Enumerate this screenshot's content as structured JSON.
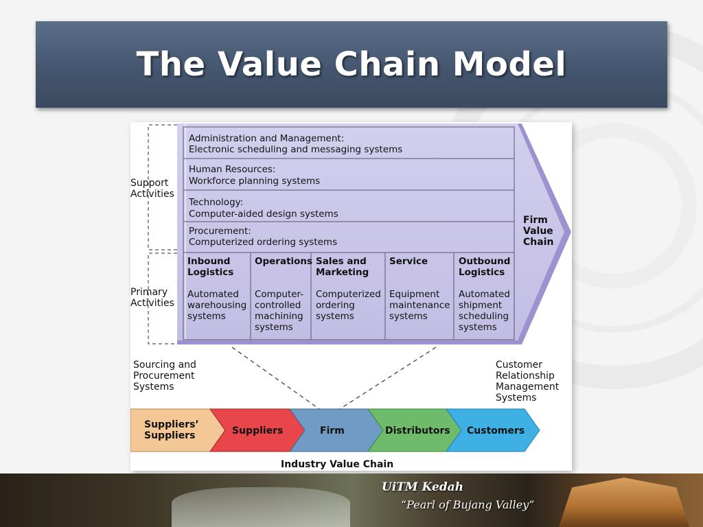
{
  "title": "The Value Chain Model",
  "firm_value_chain": {
    "label": [
      "Firm",
      "Value",
      "Chain"
    ],
    "support_label": [
      "Support",
      "Activities"
    ],
    "primary_label": [
      "Primary",
      "Activities"
    ],
    "support_activities": [
      {
        "heading": "Administration and Management:",
        "detail": "Electronic scheduling and messaging systems"
      },
      {
        "heading": "Human Resources:",
        "detail": "Workforce planning systems"
      },
      {
        "heading": "Technology:",
        "detail": "Computer-aided design systems"
      },
      {
        "heading": "Procurement:",
        "detail": "Computerized ordering systems"
      }
    ],
    "primary_activities": [
      {
        "heading": [
          "Inbound",
          "Logistics"
        ],
        "detail": [
          "Automated",
          "warehousing",
          "systems"
        ]
      },
      {
        "heading": [
          "Operations"
        ],
        "detail": [
          "Computer-",
          "controlled",
          "machining",
          "systems"
        ]
      },
      {
        "heading": [
          "Sales and",
          "Marketing"
        ],
        "detail": [
          "Computerized",
          "ordering",
          "systems"
        ]
      },
      {
        "heading": [
          "Service"
        ],
        "detail": [
          "Equipment",
          "maintenance",
          "systems"
        ]
      },
      {
        "heading": [
          "Outbound",
          "Logistics"
        ],
        "detail": [
          "Automated",
          "shipment",
          "scheduling",
          "systems"
        ]
      }
    ]
  },
  "sourcing_label": [
    "Sourcing and",
    "Procurement",
    "Systems"
  ],
  "crm_label": [
    "Customer",
    "Relationship",
    "Management",
    "Systems"
  ],
  "industry_value_chain": {
    "caption": "Industry Value Chain",
    "stages": [
      {
        "label": [
          "Suppliers’",
          "Suppliers"
        ],
        "color": "#f3c896"
      },
      {
        "label": [
          "Suppliers"
        ],
        "color": "#e8464a"
      },
      {
        "label": [
          "Firm"
        ],
        "color": "#6f9bc4"
      },
      {
        "label": [
          "Distributors"
        ],
        "color": "#6dbb6b"
      },
      {
        "label": [
          "Customers"
        ],
        "color": "#3eb0e4"
      }
    ]
  },
  "footer": {
    "line1": "UiTM Kedah",
    "line2": "“Pearl of Bujang Valley”"
  },
  "colors": {
    "title_bar": "#4a5c75",
    "chain_fill": "#c9c4e6",
    "chain_edge": "#8e86c6"
  }
}
